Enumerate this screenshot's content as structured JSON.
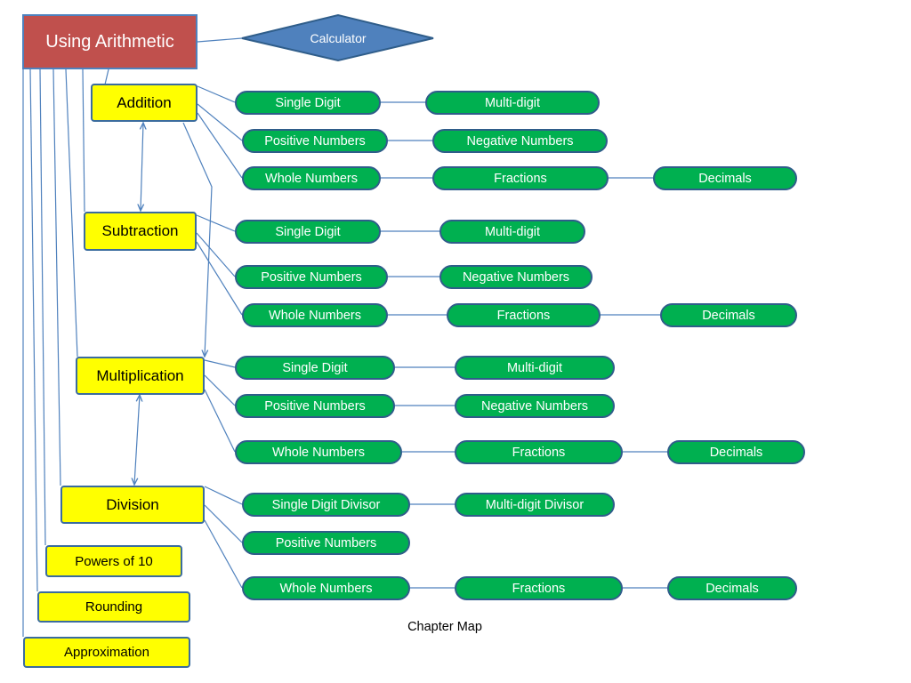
{
  "diagram": {
    "root": "Using Arithmetic",
    "calculator": "Calculator",
    "caption": "Chapter Map",
    "colors": {
      "root_fill": "#c0504d",
      "calculator_fill": "#4f81bd",
      "category_fill": "#ffff00",
      "leaf_fill": "#00b050",
      "connector": "#4f81bd"
    },
    "categories": {
      "addition": {
        "label": "Addition",
        "rows": [
          [
            "Single Digit",
            "Multi-digit"
          ],
          [
            "Positive Numbers",
            "Negative Numbers"
          ],
          [
            "Whole Numbers",
            "Fractions",
            "Decimals"
          ]
        ]
      },
      "subtraction": {
        "label": "Subtraction",
        "rows": [
          [
            "Single Digit",
            "Multi-digit"
          ],
          [
            "Positive Numbers",
            "Negative Numbers"
          ],
          [
            "Whole Numbers",
            "Fractions",
            "Decimals"
          ]
        ]
      },
      "multiplication": {
        "label": "Multiplication",
        "rows": [
          [
            "Single Digit",
            "Multi-digit"
          ],
          [
            "Positive Numbers",
            "Negative Numbers"
          ],
          [
            "Whole Numbers",
            "Fractions",
            "Decimals"
          ]
        ]
      },
      "division": {
        "label": "Division",
        "rows": [
          [
            "Single Digit Divisor",
            "Multi-digit Divisor"
          ],
          [
            "Positive Numbers"
          ],
          [
            "Whole Numbers",
            "Fractions",
            "Decimals"
          ]
        ]
      }
    },
    "extras": {
      "powers": "Powers of 10",
      "rounding": "Rounding",
      "approximation": "Approximation"
    }
  }
}
